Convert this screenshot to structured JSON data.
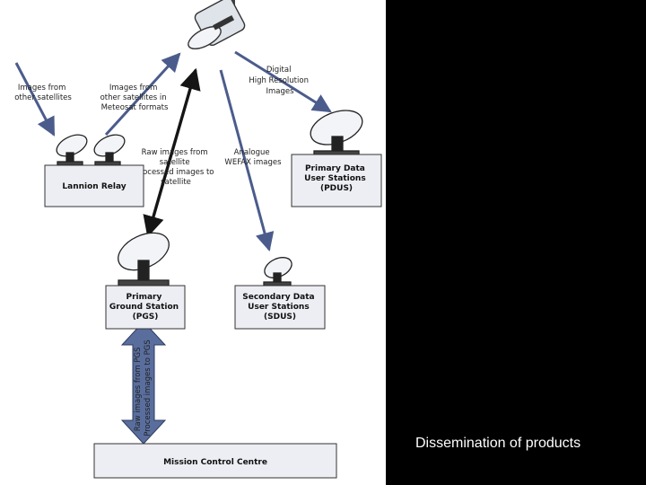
{
  "caption": "Dissemination of products",
  "colors": {
    "arrow_blue": "#4b5c8c",
    "arrow_dark": "#151515",
    "box_fill": "#eceef3"
  },
  "labels": {
    "images_other": [
      "Images from",
      "other satellites"
    ],
    "images_meteosat": [
      "Images from",
      "other satellites in",
      "Meteosat formats"
    ],
    "digital": [
      "Digital",
      "High Resolution",
      "Images"
    ],
    "raw": [
      "Raw images from",
      "satellite",
      "Processed images to",
      "satellite"
    ],
    "analogue": [
      "Analogue",
      "WEFAX images"
    ],
    "vertical": [
      "Raw images from PGS",
      "Processed images to PGS"
    ]
  },
  "boxes": {
    "lannion": [
      "Lannion Relay"
    ],
    "pdus": [
      "Primary Data",
      "User Stations",
      "(PDUS)"
    ],
    "pgs": [
      "Primary",
      "Ground Station",
      "(PGS)"
    ],
    "sdus": [
      "Secondary Data",
      "User Stations",
      "(SDUS)"
    ],
    "mcc": [
      "Mission Control Centre"
    ]
  }
}
